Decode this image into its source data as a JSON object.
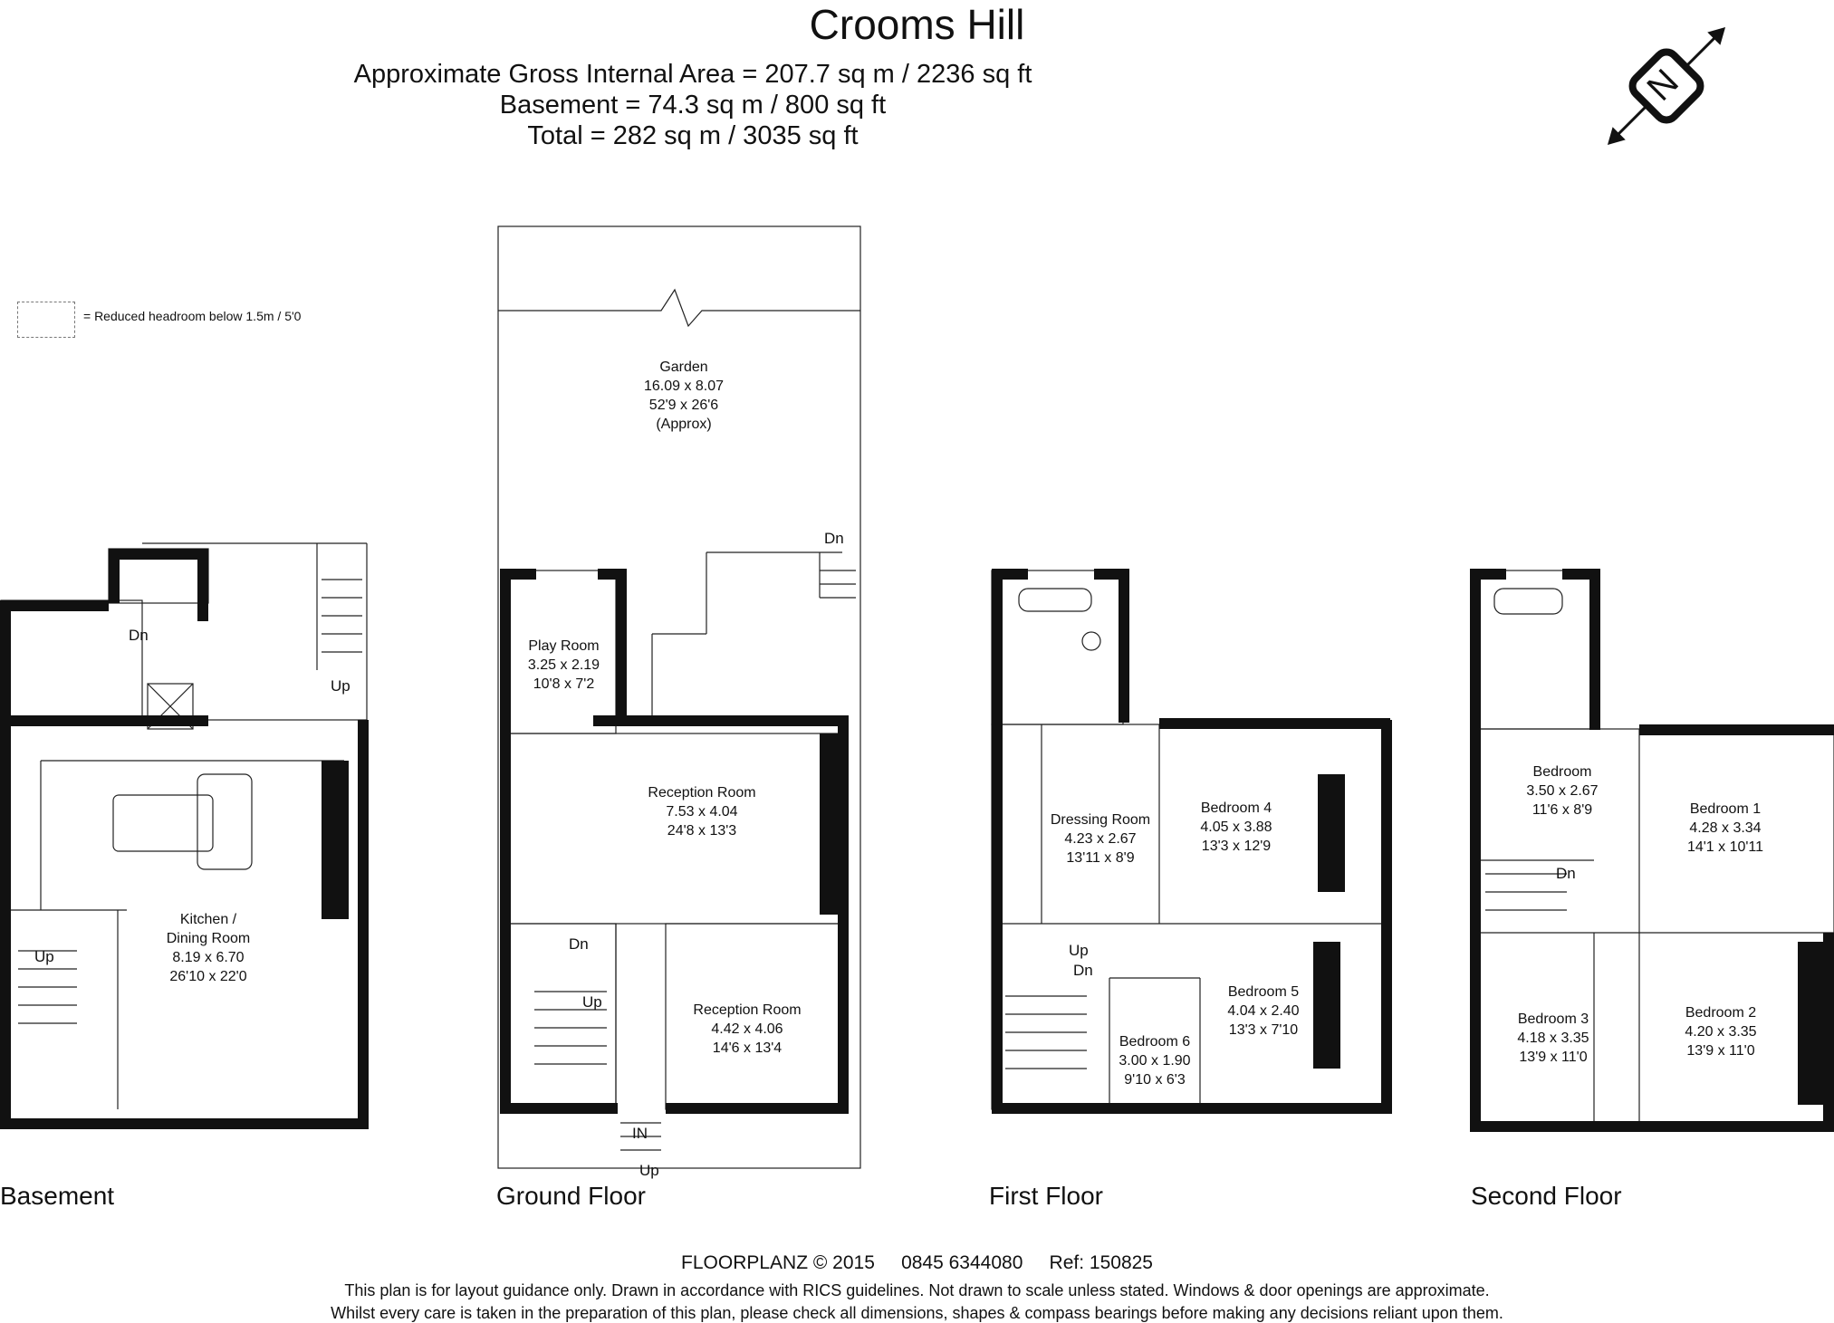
{
  "header": {
    "title": "Crooms Hill",
    "area_lines": [
      "Approximate Gross Internal Area = 207.7 sq m / 2236 sq ft",
      "Basement = 74.3 sq m / 800 sq ft",
      "Total = 282 sq m / 3035 sq ft"
    ]
  },
  "compass": {
    "letter": "N"
  },
  "key": {
    "text": "= Reduced headroom below 1.5m / 5'0"
  },
  "floors": {
    "basement": "Basement",
    "ground": "Ground Floor",
    "first": "First Floor",
    "second": "Second Floor"
  },
  "rooms": {
    "garden": "Garden\n16.09 x 8.07\n52'9 x 26'6\n(Approx)",
    "play_room": "Play Room\n3.25 x 2.19\n10'8 x 7'2",
    "reception_room_1": "Reception Room\n7.53 x 4.04\n24'8 x 13'3",
    "reception_room_2": "Reception Room\n4.42 x 4.06\n14'6 x 13'4",
    "kitchen": "Kitchen /\nDining Room\n8.19 x 6.70\n26'10 x 22'0",
    "dressing_room": "Dressing Room\n4.23 x 2.67\n13'11 x 8'9",
    "bedroom_4": "Bedroom 4\n4.05 x 3.88\n13'3 x 12'9",
    "bedroom_5": "Bedroom 5\n4.04 x 2.40\n13'3 x 7'10",
    "bedroom_6": "Bedroom 6\n3.00 x 1.90\n9'10 x 6'3",
    "bedroom_top": "Bedroom\n3.50 x 2.67\n11'6 x 8'9",
    "bedroom_1": "Bedroom 1\n4.28 x 3.34\n14'1 x 10'11",
    "bedroom_3": "Bedroom 3\n4.18 x 3.35\n13'9 x 11'0",
    "bedroom_2": "Bedroom 2\n4.20 x 3.35\n13'9 x 11'0"
  },
  "stairs": {
    "dn": "Dn",
    "up": "Up",
    "in": "IN"
  },
  "footer": {
    "line1": "FLOORPLANZ © 2015     0845 6344080     Ref: 150825",
    "line2": "This plan is for layout guidance only. Drawn in accordance with RICS guidelines. Not drawn to scale unless stated. Windows & door openings are approximate.",
    "line3": "Whilst every care is taken in the preparation of this plan, please check all dimensions, shapes & compass bearings before making any decisions reliant upon them."
  }
}
